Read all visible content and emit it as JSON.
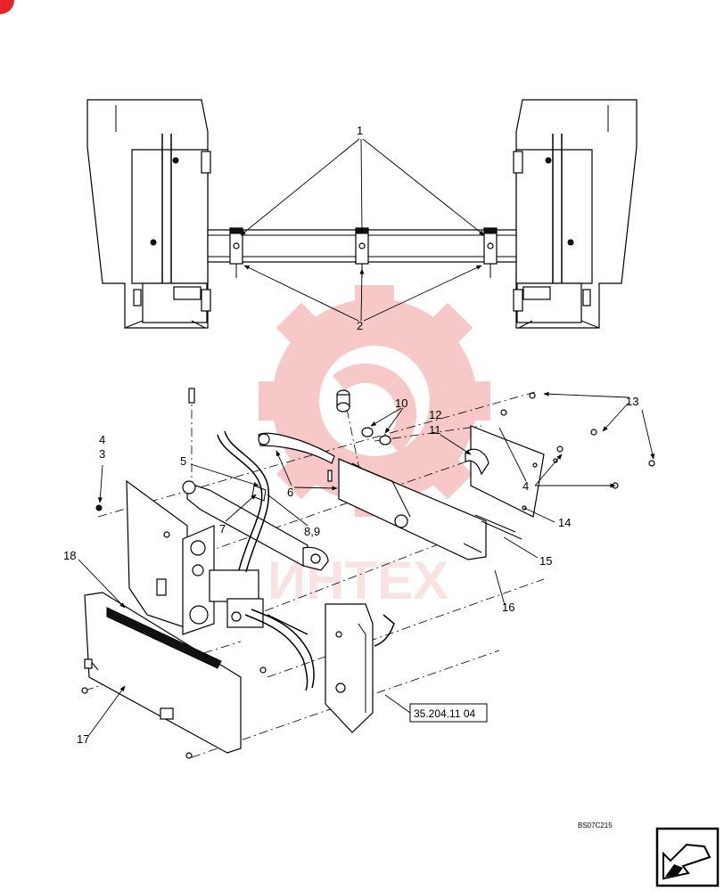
{
  "callouts": {
    "c1": "1",
    "c2": "2",
    "c3": "3",
    "c4a": "4",
    "c4b": "4",
    "c5": "5",
    "c6": "6",
    "c7": "7",
    "c89": "8,9",
    "c10": "10",
    "c11": "11",
    "c12": "12",
    "c13": "13",
    "c14": "14",
    "c15": "15",
    "c16": "16",
    "c17": "17",
    "c18": "18"
  },
  "reference": "35.204.11 04",
  "image_code": "BS07C215",
  "watermark": "ИНТЕХ",
  "colors": {
    "accent": "#e8262a",
    "watermark": "#e9a3a3",
    "line": "#000000"
  },
  "icons": {
    "corner_badge": "red-corner-badge",
    "navigation": "arrow-return-icon"
  }
}
